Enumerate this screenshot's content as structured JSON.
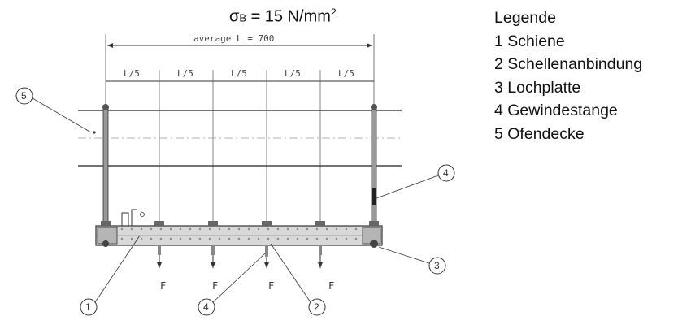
{
  "title": {
    "sigma_symbol": "σ",
    "sigma_sub": "B",
    "equation": " = 15 N/mm",
    "exponent": "2"
  },
  "legend": {
    "heading": "Legende",
    "items": [
      "1 Schiene",
      "2 Schellenanbindung",
      "3 Lochplatte",
      "4 Gewindestange",
      "5 Ofendecke"
    ]
  },
  "dimensions": {
    "overall": "average L = 700",
    "segment": "L/5"
  },
  "callouts": [
    "1",
    "2",
    "3",
    "4",
    "4",
    "5"
  ],
  "force_label": "F"
}
